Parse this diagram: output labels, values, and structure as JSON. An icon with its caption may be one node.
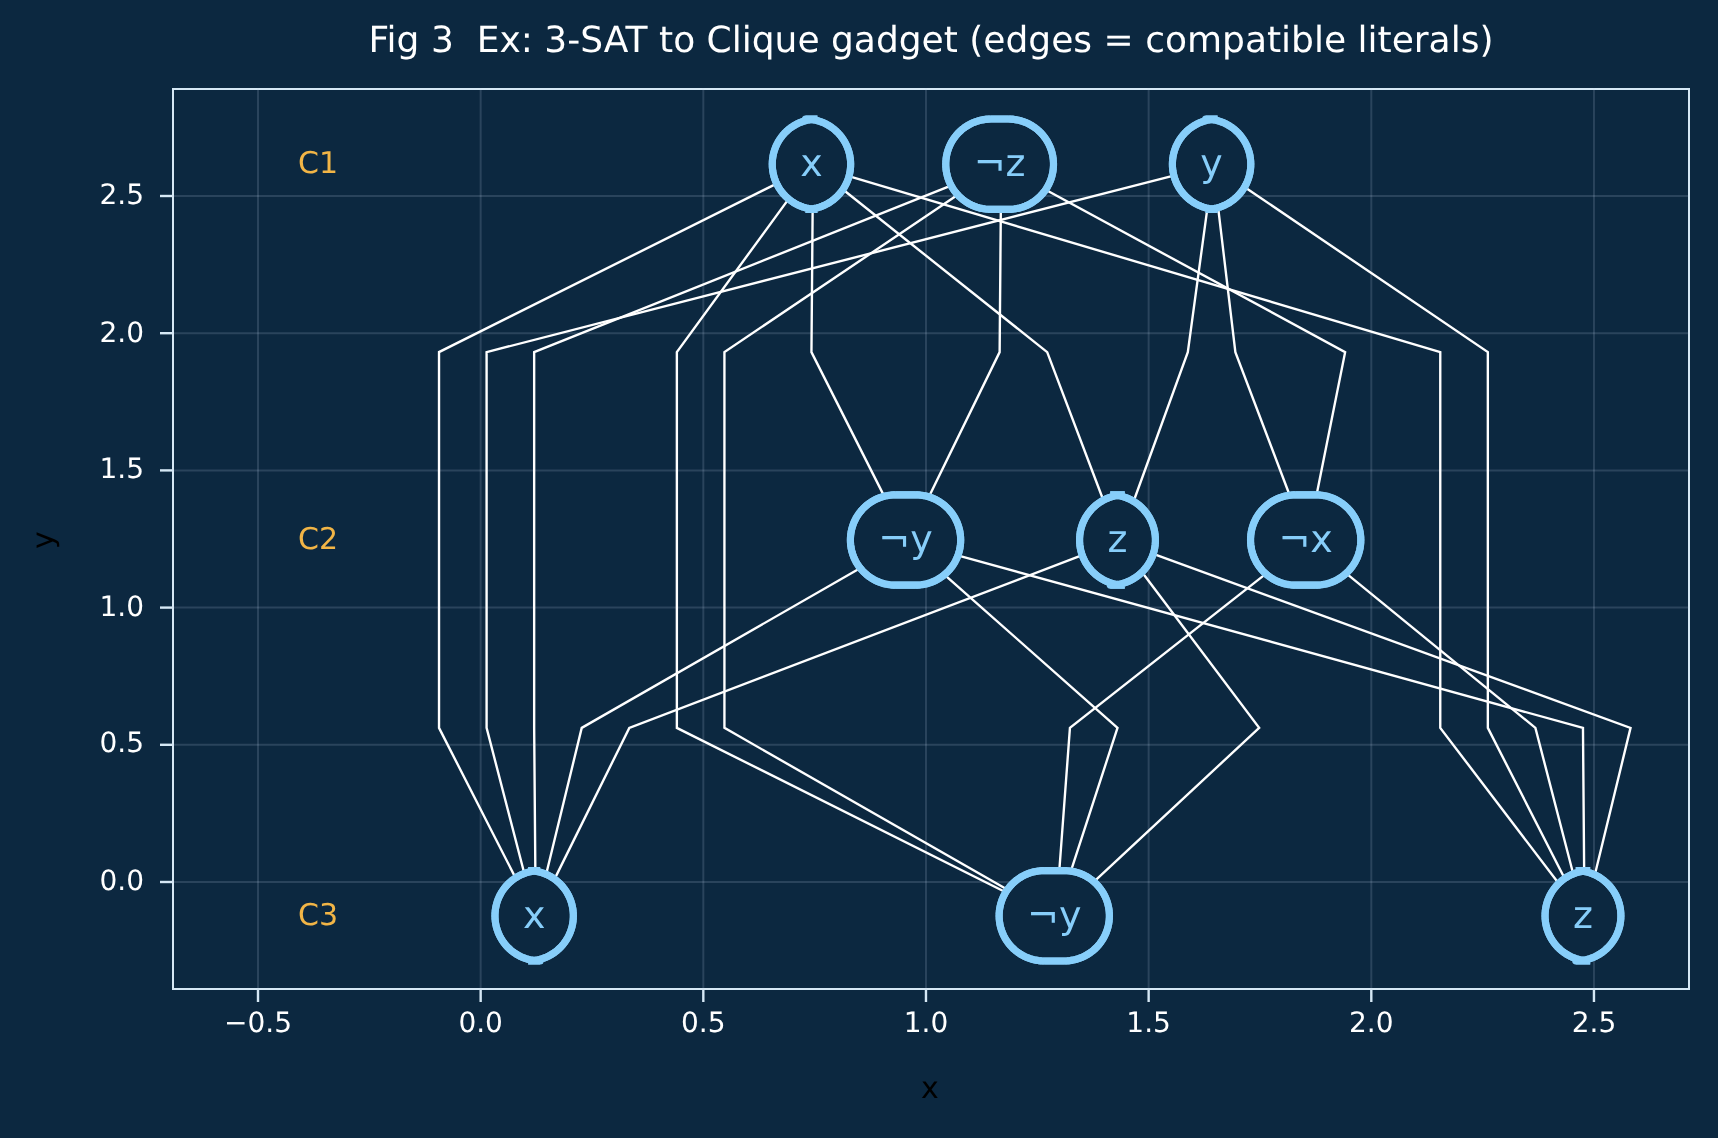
{
  "diagram": {
    "title": "Fig 3  Ex: 3-SAT to Clique gadget (edges = compatible literals)",
    "nodes": [
      {
        "text": [
          "x"
        ]
      },
      {
        "text": [
          "y"
        ]
      },
      {
        "text": [
          "¬z"
        ]
      },
      {
        "text": [
          "¬x"
        ]
      },
      {
        "text": [
          "¬y"
        ]
      },
      {
        "text": [
          "z"
        ]
      },
      {
        "text": [
          "x"
        ]
      },
      {
        "text": [
          "¬y"
        ]
      },
      {
        "text": [
          "z"
        ]
      }
    ],
    "edges": [
      {
        "from": 0,
        "to": 4,
        "arrow": "none"
      },
      {
        "from": 0,
        "to": 5,
        "arrow": "none"
      },
      {
        "from": 1,
        "to": 3,
        "arrow": "none"
      },
      {
        "from": 1,
        "to": 5,
        "arrow": "none"
      },
      {
        "from": 2,
        "to": 3,
        "arrow": "none"
      },
      {
        "from": 2,
        "to": 4,
        "arrow": "none"
      },
      {
        "from": 0,
        "to": 6,
        "arrow": "none"
      },
      {
        "from": 0,
        "to": 7,
        "arrow": "none"
      },
      {
        "from": 0,
        "to": 8,
        "arrow": "none"
      },
      {
        "from": 1,
        "to": 6,
        "arrow": "none"
      },
      {
        "from": 1,
        "to": 8,
        "arrow": "none"
      },
      {
        "from": 2,
        "to": 6,
        "arrow": "none"
      },
      {
        "from": 2,
        "to": 7,
        "arrow": "none"
      },
      {
        "from": 3,
        "to": 7,
        "arrow": "none"
      },
      {
        "from": 3,
        "to": 8,
        "arrow": "none"
      },
      {
        "from": 4,
        "to": 6,
        "arrow": "none"
      },
      {
        "from": 4,
        "to": 7,
        "arrow": "none"
      },
      {
        "from": 4,
        "to": 8,
        "arrow": "none"
      },
      {
        "from": 5,
        "to": 6,
        "arrow": "none"
      },
      {
        "from": 5,
        "to": 7,
        "arrow": "none"
      },
      {
        "from": 5,
        "to": 8,
        "arrow": "none"
      }
    ],
    "labels": [
      "C1",
      "C2",
      "C3",
      "2.5",
      "2.0",
      "1.5",
      "1.0",
      "0.5",
      "0.0",
      "y",
      "−0.5",
      "0.0",
      "0.5",
      "1.0",
      "1.5",
      "2.0",
      "2.5",
      "x"
    ]
  }
}
